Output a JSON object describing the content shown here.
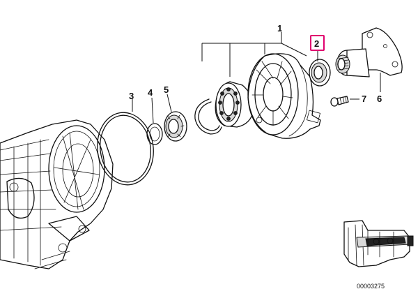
{
  "diagram": {
    "callouts": [
      {
        "id": "1",
        "label": "1",
        "highlighted": false
      },
      {
        "id": "2",
        "label": "2",
        "highlighted": true
      },
      {
        "id": "3",
        "label": "3",
        "highlighted": false
      },
      {
        "id": "4",
        "label": "4",
        "highlighted": false
      },
      {
        "id": "5",
        "label": "5",
        "highlighted": false
      },
      {
        "id": "6",
        "label": "6",
        "highlighted": false
      },
      {
        "id": "7",
        "label": "7",
        "highlighted": false
      }
    ],
    "catalog_number": "00003275",
    "highlight_color": "#e0006e"
  }
}
